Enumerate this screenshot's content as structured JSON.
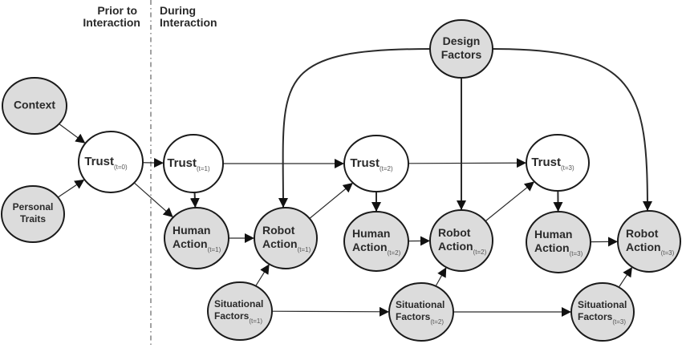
{
  "phases": {
    "prior": [
      "Prior to",
      "Interaction"
    ],
    "during": [
      "During",
      "Interaction"
    ]
  },
  "nodes": [
    {
      "id": "context",
      "lines": [
        "Context"
      ],
      "sub": "",
      "style": "filled"
    },
    {
      "id": "personal-traits",
      "lines": [
        "Personal",
        "Traits"
      ],
      "sub": "",
      "style": "filled"
    },
    {
      "id": "trust-t0",
      "lines": [
        "Trust"
      ],
      "sub": "(t=0)",
      "style": "empty"
    },
    {
      "id": "trust-t1",
      "lines": [
        "Trust"
      ],
      "sub": "(t=1)",
      "style": "empty"
    },
    {
      "id": "trust-t2",
      "lines": [
        "Trust"
      ],
      "sub": "(t=2)",
      "style": "empty"
    },
    {
      "id": "trust-t3",
      "lines": [
        "Trust"
      ],
      "sub": "(t=3)",
      "style": "empty"
    },
    {
      "id": "human-action-t1",
      "lines": [
        "Human",
        "Action"
      ],
      "sub": "(t=1)",
      "style": "filled"
    },
    {
      "id": "human-action-t2",
      "lines": [
        "Human",
        "Action"
      ],
      "sub": "(t=2)",
      "style": "filled"
    },
    {
      "id": "human-action-t3",
      "lines": [
        "Human",
        "Action"
      ],
      "sub": "(t=3)",
      "style": "filled"
    },
    {
      "id": "robot-action-t1",
      "lines": [
        "Robot",
        "Action"
      ],
      "sub": "(t=1)",
      "style": "filled"
    },
    {
      "id": "robot-action-t2",
      "lines": [
        "Robot",
        "Action"
      ],
      "sub": "(t=2)",
      "style": "filled"
    },
    {
      "id": "robot-action-t3",
      "lines": [
        "Robot",
        "Action"
      ],
      "sub": "(t=3)",
      "style": "filled"
    },
    {
      "id": "situational-factors-t1",
      "lines": [
        "Situational",
        "Factors"
      ],
      "sub": "(t=1)",
      "style": "filled"
    },
    {
      "id": "situational-factors-t2",
      "lines": [
        "Situational",
        "Factors"
      ],
      "sub": "(t=2)",
      "style": "filled"
    },
    {
      "id": "situational-factors-t3",
      "lines": [
        "Situational",
        "Factors"
      ],
      "sub": "(t=3)",
      "style": "filled"
    },
    {
      "id": "design-factors",
      "lines": [
        "Design",
        "Factors"
      ],
      "sub": "",
      "style": "filled"
    }
  ],
  "edges": [
    {
      "from": "context",
      "to": "trust-t0"
    },
    {
      "from": "personal-traits",
      "to": "trust-t0"
    },
    {
      "from": "trust-t0",
      "to": "trust-t1"
    },
    {
      "from": "trust-t0",
      "to": "human-action-t1"
    },
    {
      "from": "trust-t1",
      "to": "human-action-t1"
    },
    {
      "from": "trust-t1",
      "to": "trust-t2"
    },
    {
      "from": "human-action-t1",
      "to": "robot-action-t1"
    },
    {
      "from": "robot-action-t1",
      "to": "trust-t2"
    },
    {
      "from": "situational-factors-t1",
      "to": "robot-action-t1"
    },
    {
      "from": "situational-factors-t1",
      "to": "situational-factors-t2"
    },
    {
      "from": "trust-t2",
      "to": "human-action-t2"
    },
    {
      "from": "trust-t2",
      "to": "trust-t3"
    },
    {
      "from": "human-action-t2",
      "to": "robot-action-t2"
    },
    {
      "from": "robot-action-t2",
      "to": "trust-t3"
    },
    {
      "from": "situational-factors-t2",
      "to": "robot-action-t2"
    },
    {
      "from": "situational-factors-t2",
      "to": "situational-factors-t3"
    },
    {
      "from": "trust-t3",
      "to": "human-action-t3"
    },
    {
      "from": "human-action-t3",
      "to": "robot-action-t3"
    },
    {
      "from": "situational-factors-t3",
      "to": "robot-action-t3"
    },
    {
      "from": "design-factors",
      "to": "robot-action-t1"
    },
    {
      "from": "design-factors",
      "to": "robot-action-t2"
    },
    {
      "from": "design-factors",
      "to": "robot-action-t3"
    }
  ]
}
